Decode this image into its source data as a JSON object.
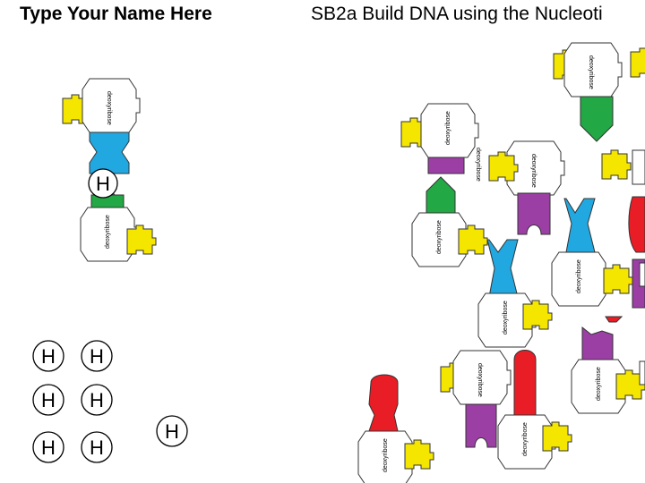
{
  "header": {
    "name_placeholder": "Type Your Name Here",
    "title": "SB2a Build DNA using the Nucleoti"
  },
  "colors": {
    "phosphate": "#f5e600",
    "adenine": "#22a8e0",
    "thymine": "#e81d25",
    "guanine": "#9b3fa5",
    "cytosine": "#22a844",
    "sugar": "#ffffff"
  },
  "labels": {
    "sugar": "deoxyribose",
    "sugar_alt": "deoxyribose",
    "hydrogen": "H"
  },
  "pieces": [
    {
      "id": "built-top",
      "base": "adenine",
      "sugar_label": "deoxyribose"
    },
    {
      "id": "built-bottom",
      "base": "cytosine",
      "sugar_label": "deoxyribose"
    },
    {
      "id": "pile-1",
      "base": "cytosine",
      "sugar_label": "deoxyribose"
    },
    {
      "id": "pile-2",
      "base": "guanine",
      "sugar_label": "deoxyribose"
    },
    {
      "id": "pile-3",
      "base": "cytosine",
      "sugar_label": "deoxyribose"
    },
    {
      "id": "pile-4",
      "base": "guanine",
      "sugar_label": "deoxyribose"
    },
    {
      "id": "pile-5",
      "base": "adenine",
      "sugar_label": "deoxyribose"
    },
    {
      "id": "pile-6",
      "base": "adenine",
      "sugar_label": "deoxyribose"
    },
    {
      "id": "pile-7",
      "base": "thymine",
      "sugar_label": "deoxyribose"
    },
    {
      "id": "pile-8",
      "base": "guanine",
      "sugar_label": "deoxyribose"
    },
    {
      "id": "pile-9",
      "base": "thymine",
      "sugar_label": "deoxyribose"
    },
    {
      "id": "pile-10",
      "base": "guanine",
      "sugar_label": "deoxyribose"
    },
    {
      "id": "pile-11",
      "base": "thymine",
      "sugar_label": "deoxyribose"
    }
  ],
  "hydrogen_badges": [
    "H",
    "H",
    "H",
    "H",
    "H",
    "H",
    "H",
    "H"
  ]
}
